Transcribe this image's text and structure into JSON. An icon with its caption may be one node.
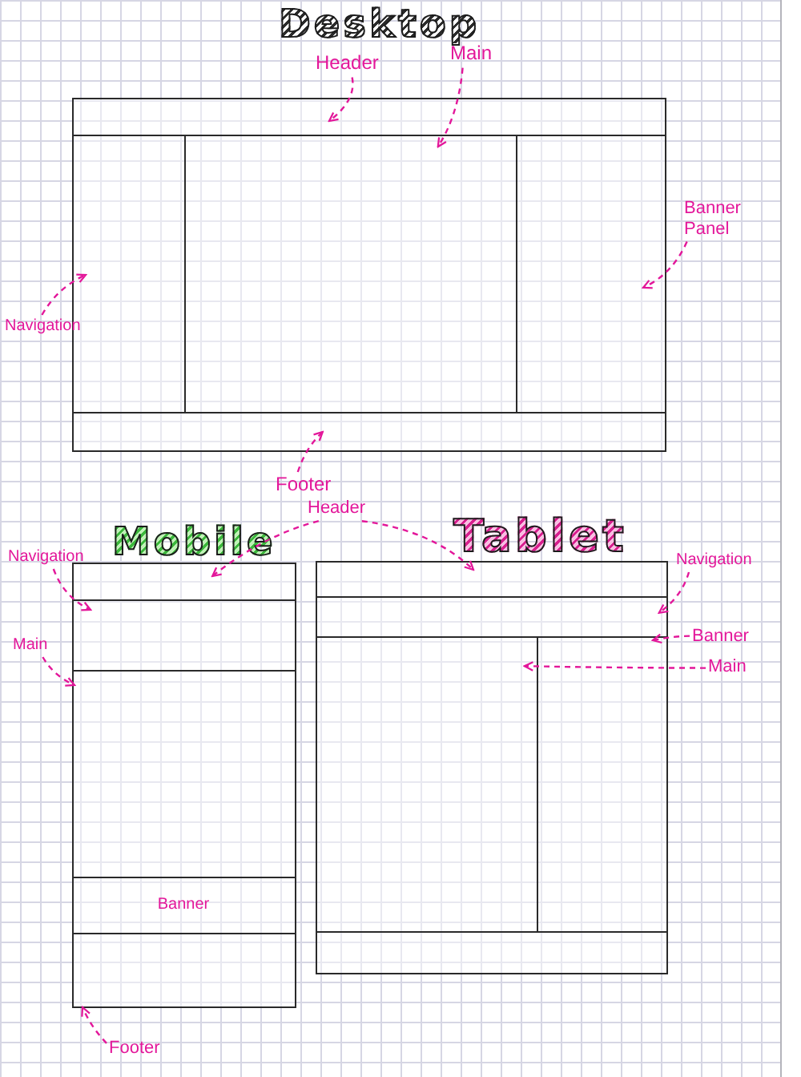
{
  "diagram": {
    "nodes": [
      {
        "text": [
          "Desktop"
        ]
      },
      {
        "text": [],
        "shape": "box",
        "in": 0
      },
      {
        "text": [],
        "shape": "box",
        "in": 0
      },
      {
        "text": [],
        "shape": "box",
        "in": 0
      },
      {
        "text": [],
        "shape": "box",
        "in": 0
      },
      {
        "text": [],
        "shape": "box",
        "in": 0
      },
      {
        "text": [
          "Header"
        ]
      },
      {
        "text": [
          "Main"
        ]
      },
      {
        "text": [
          "Banner Panel"
        ]
      },
      {
        "text": [
          "Navigation"
        ]
      },
      {
        "text": [
          "Footer"
        ]
      },
      {
        "text": [
          "Header"
        ]
      },
      {
        "text": [
          "Navigation"
        ]
      },
      {
        "text": [
          "Mobile"
        ]
      },
      {
        "text": [],
        "shape": "box",
        "in": 13
      },
      {
        "text": [],
        "shape": "box",
        "in": 13
      },
      {
        "text": [],
        "shape": "box",
        "in": 13
      },
      {
        "text": [
          "Banner"
        ],
        "in": 13
      },
      {
        "text": [],
        "shape": "box",
        "in": 13
      },
      {
        "text": [
          "Main"
        ]
      },
      {
        "text": [
          "Tablet"
        ]
      },
      {
        "text": [],
        "shape": "box",
        "in": 20
      },
      {
        "text": [],
        "shape": "box",
        "in": 20
      },
      {
        "text": [],
        "shape": "box",
        "in": 20
      },
      {
        "text": [],
        "shape": "box",
        "in": 20
      },
      {
        "text": [],
        "shape": "box",
        "in": 20
      },
      {
        "text": [
          "Navigation"
        ]
      },
      {
        "text": [
          "Banner"
        ]
      },
      {
        "text": [
          "Main"
        ]
      },
      {
        "text": [
          "Footer"
        ]
      }
    ],
    "edges": [
      {
        "from": 6,
        "to": 1,
        "arrow": "to",
        "style": "dashed"
      },
      {
        "from": 7,
        "to": 3,
        "arrow": "to",
        "style": "dashed"
      },
      {
        "from": 9,
        "to": 2,
        "arrow": "to",
        "style": "dashed"
      },
      {
        "from": 8,
        "to": 4,
        "arrow": "to",
        "style": "dashed"
      },
      {
        "from": 10,
        "to": 5,
        "arrow": "to",
        "style": "dashed"
      },
      {
        "from": 11,
        "to": 14,
        "arrow": "to",
        "style": "dashed"
      },
      {
        "from": 11,
        "to": 21,
        "arrow": "to",
        "style": "dashed"
      },
      {
        "from": 12,
        "to": 15,
        "arrow": "to",
        "style": "dashed"
      },
      {
        "from": 19,
        "to": 16,
        "arrow": "to",
        "style": "dashed"
      },
      {
        "from": 29,
        "to": 18,
        "arrow": "to",
        "style": "dashed"
      },
      {
        "from": 26,
        "to": 22,
        "arrow": "to",
        "style": "dashed"
      },
      {
        "from": 27,
        "to": 24,
        "arrow": "to",
        "style": "dashed"
      },
      {
        "from": 28,
        "to": 23,
        "arrow": "to",
        "style": "dashed"
      }
    ]
  }
}
